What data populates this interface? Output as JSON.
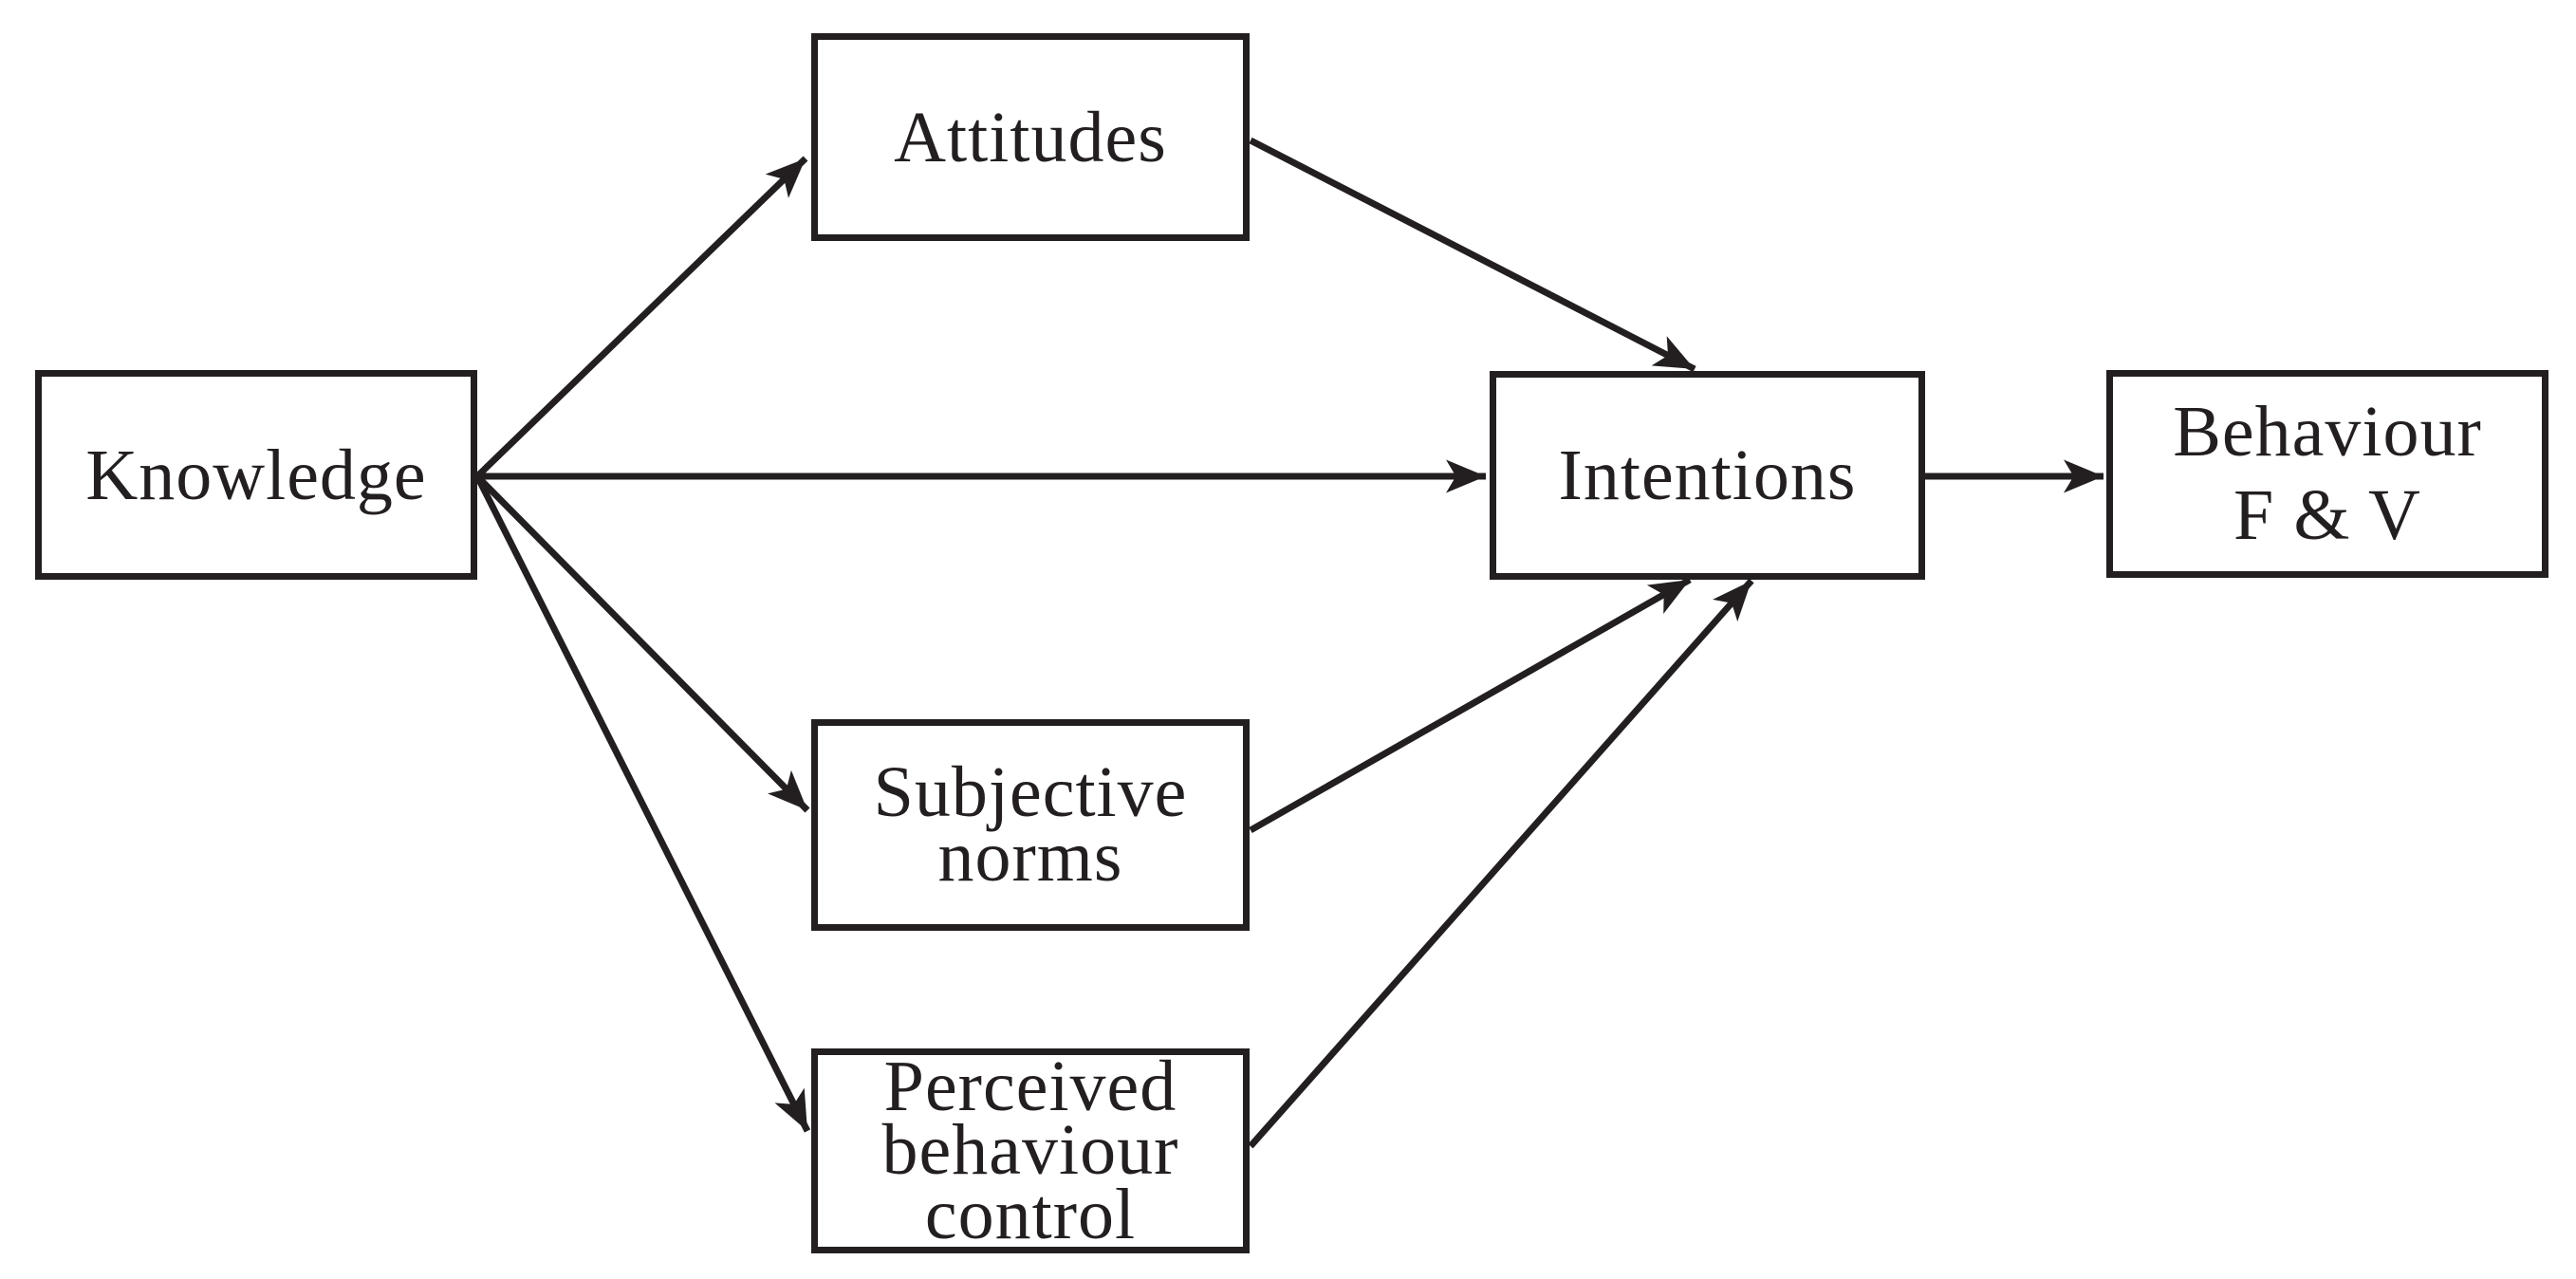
{
  "colors": {
    "ink": "#231f20",
    "background": "#ffffff"
  },
  "diagram": {
    "type": "path-model-flowchart",
    "nodes": [
      {
        "id": "knowledge",
        "label": "Knowledge"
      },
      {
        "id": "attitudes",
        "label": "Attitudes"
      },
      {
        "id": "subjective-norms",
        "label": "Subjective\nnorms"
      },
      {
        "id": "perceived-behaviour-control",
        "label": "Perceived\nbehaviour\ncontrol"
      },
      {
        "id": "intentions",
        "label": "Intentions"
      },
      {
        "id": "behaviour-f-v",
        "label": "Behaviour\nF & V"
      }
    ],
    "edges": [
      {
        "from": "knowledge",
        "to": "attitudes"
      },
      {
        "from": "knowledge",
        "to": "intentions"
      },
      {
        "from": "knowledge",
        "to": "subjective-norms"
      },
      {
        "from": "knowledge",
        "to": "perceived-behaviour-control"
      },
      {
        "from": "attitudes",
        "to": "intentions"
      },
      {
        "from": "subjective-norms",
        "to": "intentions"
      },
      {
        "from": "perceived-behaviour-control",
        "to": "intentions"
      },
      {
        "from": "intentions",
        "to": "behaviour-f-v"
      }
    ]
  }
}
